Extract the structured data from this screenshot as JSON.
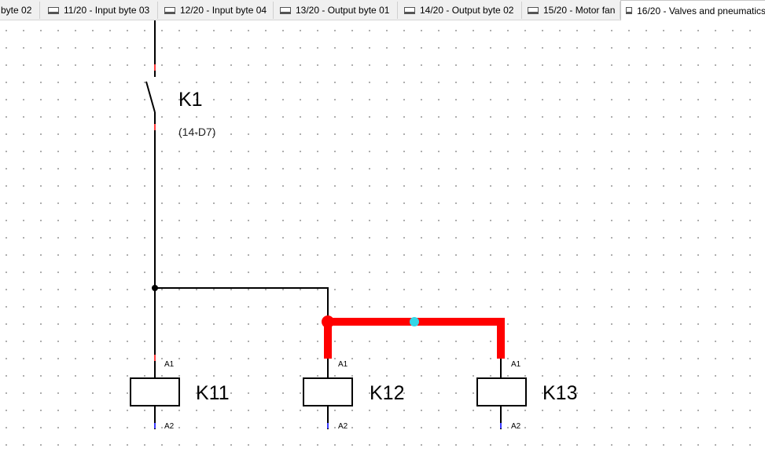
{
  "tabs": [
    {
      "label": "byte 02",
      "active": false
    },
    {
      "label": "11/20 - Input byte 03",
      "active": false
    },
    {
      "label": "12/20 - Input byte 04",
      "active": false
    },
    {
      "label": "13/20 - Output byte 01",
      "active": false
    },
    {
      "label": "14/20 - Output byte 02",
      "active": false
    },
    {
      "label": "15/20 - Motor fan",
      "active": false
    },
    {
      "label": "16/20 - Valves and pneumatics",
      "active": true
    }
  ],
  "schematic": {
    "switch": {
      "name": "K1",
      "reference": "(14-D7)"
    },
    "coils": [
      {
        "name": "K11",
        "pin_top": "A1",
        "pin_bottom": "A2"
      },
      {
        "name": "K12",
        "pin_top": "A1",
        "pin_bottom": "A2"
      },
      {
        "name": "K13",
        "pin_top": "A1",
        "pin_bottom": "A2"
      }
    ],
    "colors": {
      "wire": "#000000",
      "highlight": "#ff0000",
      "handle": "#33d6e6",
      "pin_marker": "#ff3b3b"
    }
  }
}
